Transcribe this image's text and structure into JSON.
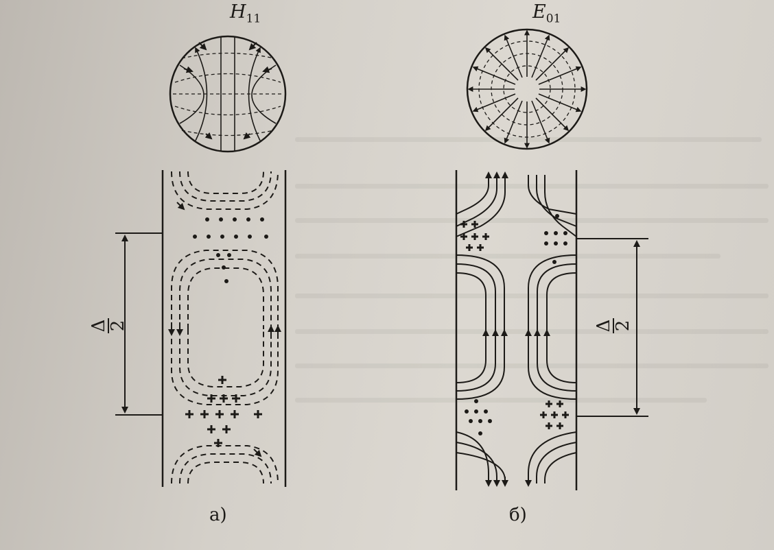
{
  "panels": [
    {
      "mode_symbol": "H",
      "mode_index": "11",
      "panel_label": "а)",
      "dimension_symbol": "Δ",
      "dimension_divisor": "2"
    },
    {
      "mode_symbol": "E",
      "mode_index": "01",
      "panel_label": "б)",
      "dimension_symbol": "Δ",
      "dimension_divisor": "2"
    }
  ]
}
